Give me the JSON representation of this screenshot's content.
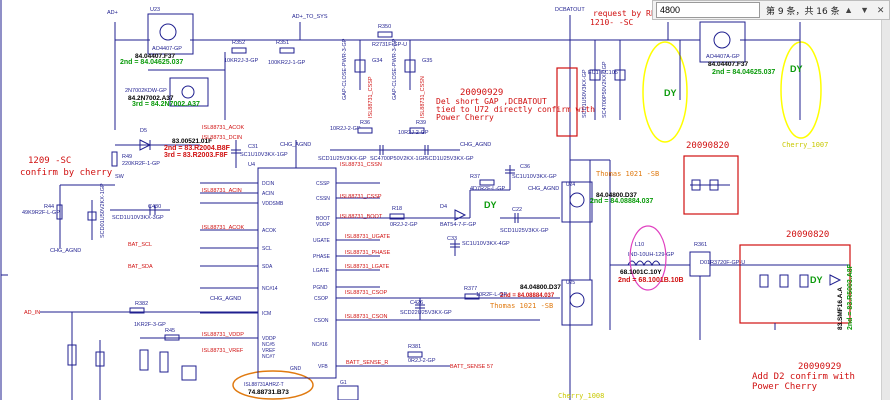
{
  "find_bar": {
    "query": "4800",
    "status": "第 9 条，共 16 条",
    "prev_icon": "chevron-up-icon",
    "next_icon": "chevron-down-icon",
    "close_icon": "close-icon"
  },
  "notes": {
    "date1": "20090929",
    "dc_note1": "Del short GAP ,DCBATOUT",
    "dc_note2": "tied to U72 directly confirm with",
    "dc_note3": "Power Cherry",
    "date2": "20090820",
    "date3": "20090820",
    "date4": "20090929",
    "d2_note1": "Add D2 confirm with",
    "d2_note2": "Power Cherry",
    "confirm1": "1209 -SC",
    "confirm2": "confirm by cherry",
    "rf1": "request by RF",
    "rf2": "1210- -SC",
    "thomas1": "Thomas  1021 -SB",
    "thomas2": "Thomas  1021 -SB",
    "cherry1": "Cherry_1007",
    "cherry2": "Cherry_1008"
  },
  "green": {
    "g1": "2nd = 84.04625.037",
    "g2": "3rd = 84.2N7002.A37",
    "g3": "2nd = 83.R2004.B8F",
    "g4": "3rd = 83.R2003.F8F",
    "g5": "2nd = 84.08884.037",
    "g6": "2nd = 84.08884.037",
    "g7": "2nd = 68.1001B.10B",
    "g8": "2nd = 84.04625.037",
    "g9": "DY",
    "g10": "DY",
    "g11": "DY",
    "g12": "2nd = 83.R5003.A8F"
  },
  "parts": {
    "u23": "84.04407.F37",
    "u70": "84.04407.F37",
    "u4": "74.88731.B73",
    "u4_name": "ISL88731AHRZ-T",
    "d5": "83.00521.01F",
    "u24": "84.04800.D37",
    "u25": "84.04800.D37",
    "l10": "68.1001C.10Y",
    "d1": "83.SMF16.A.A",
    "q1": "2N7002KDW-GP",
    "sw": "SW",
    "vin": "AD+",
    "vin_sys": "AD+_TO_SYS",
    "dcbatout": "DCBATOUT",
    "chg_agnd": "CHG_AGND"
  },
  "u4_pins_left": [
    "DCIN",
    "ACIN",
    "VDDSMB",
    "ACOK",
    "SCL",
    "SDA",
    "NC#14",
    "ICM",
    "VDDP",
    "NC#5",
    "VREF",
    "NC#7",
    "GND"
  ],
  "u4_pins_right": [
    "CSSP",
    "CSSN",
    "BOOT",
    "VDDP",
    "UGATE",
    "PHASE",
    "LGATE",
    "PGND",
    "CSOP",
    "CSON",
    "NC#16",
    "VFB"
  ],
  "nets": {
    "bat_scl": "BAT_SCL",
    "bat_sda": "BAT_SDA",
    "ad_in": "AD_IN",
    "batt_sense": "BATT_SENSE_R",
    "acok": "ISL88731_ACOK",
    "acin": "ISL88731_ACIN",
    "cssn": "ISL88731_CSSN",
    "cssp": "ISL88731_CSSP",
    "boot": "ISL88731_BOOT",
    "ugate": "ISL88731_UGATE",
    "phase": "ISL88731_PHASE",
    "lgate": "ISL88731_LGATE",
    "csop": "ISL88731_CSOP",
    "cson": "ISL88731_CSON",
    "vddp": "ISL88731_VDDP",
    "vref": "ISL88731_VREF"
  },
  "colors": {
    "wire": "#1f1f8f",
    "red": "#d01010",
    "green": "#0a9a0a",
    "orange": "#e07a10",
    "highlight": "#ffff00",
    "pink": "#e040c0"
  }
}
